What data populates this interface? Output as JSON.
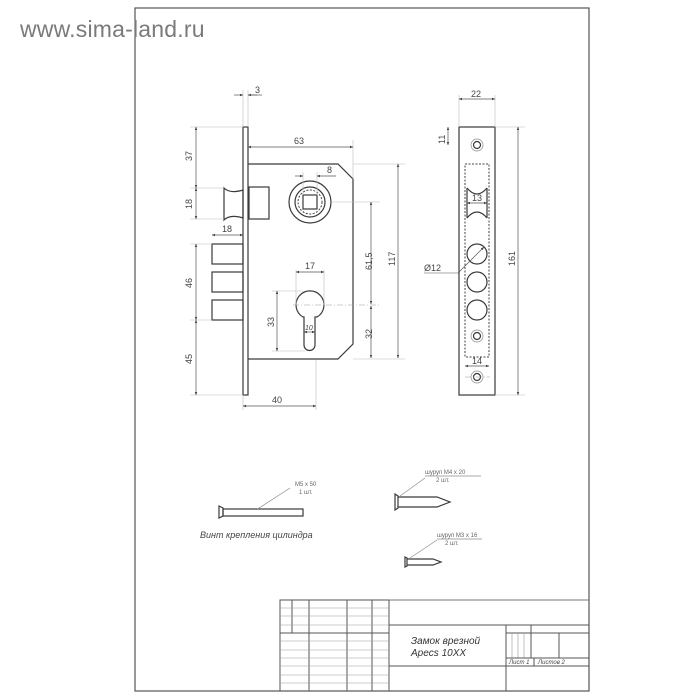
{
  "watermark": "www.sima-land.ru",
  "drawing": {
    "side_view_dimensions": {
      "faceplate_thickness": "3",
      "body_width": "63",
      "follower_offset": "8",
      "latch_top": "37",
      "latch_height": "18",
      "bolt_projection": "18",
      "bolts_span": "46",
      "bottom_offset": "45",
      "cylinder_width": "17",
      "cylinder_height": "33",
      "cylinder_neck": "10",
      "follower_to_cylinder": "61,5",
      "cylinder_to_bottom": "32",
      "body_height": "117",
      "backset": "40"
    },
    "faceplate_view_dimensions": {
      "width": "22",
      "hole_offset": "11",
      "latch_width": "13",
      "bolt_diameter": "Ø12",
      "slot_width": "14",
      "length": "161"
    },
    "parts": [
      {
        "name": "M5 x 50",
        "qty": "1 шт.",
        "caption": "Винт крепления цилиндра"
      },
      {
        "name": "шуруп M4 x 20",
        "qty": "2 шт."
      },
      {
        "name": "шуруп M3 x 16",
        "qty": "2 шт."
      }
    ],
    "title_block": {
      "title_line1": "Замок врезной",
      "title_line2": "Apecs 10XX",
      "sheet_label": "Лист 1",
      "sheets_label": "Листов 2"
    }
  }
}
